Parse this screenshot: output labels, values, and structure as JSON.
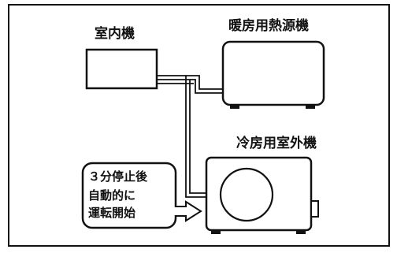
{
  "labels": {
    "indoor_unit": "室内機",
    "heat_source_unit": "暖房用熱源機",
    "cooling_outdoor_unit": "冷房用室外機"
  },
  "callout": {
    "line1": "３分停止後",
    "line2": "自動的に",
    "line3": "運転開始"
  }
}
